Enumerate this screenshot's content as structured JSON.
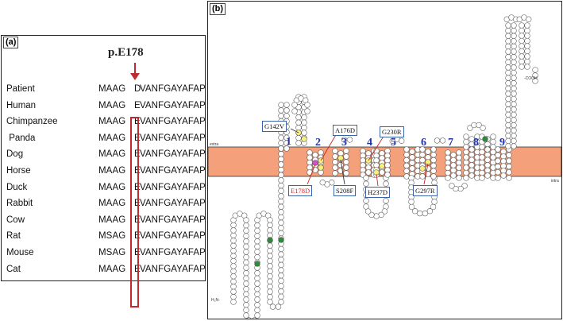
{
  "panel_a": {
    "tag": "(a)",
    "mutation_label": "p.E178",
    "rows": [
      {
        "species": "Patient",
        "pre": "MAAG",
        "res": "D",
        "post": "VANFGAYAFAP"
      },
      {
        "species": "Human",
        "pre": "MAAG",
        "res": "E",
        "post": "VANFGAYAFAP"
      },
      {
        "species": "Chimpanzee",
        "pre": "MAAG",
        "res": "E",
        "post": "VANFGAYAFAP"
      },
      {
        "species": " Panda",
        "pre": "MAAG",
        "res": "E",
        "post": "VANFGAYAFAP"
      },
      {
        "species": "Dog",
        "pre": "MAAG",
        "res": "E",
        "post": "VANFGAYAFAP"
      },
      {
        "species": "Horse",
        "pre": "MAAG",
        "res": "E",
        "post": "VANFGAYAFAP"
      },
      {
        "species": "Duck",
        "pre": "MAAG",
        "res": "E",
        "post": "VANFGAYAFAP"
      },
      {
        "species": "Rabbit",
        "pre": "MAAG",
        "res": "E",
        "post": "VANFGAYAFAP"
      },
      {
        "species": "Cow",
        "pre": "MAAG",
        "res": "E",
        "post": "VANFGAYAFAP"
      },
      {
        "species": "Rat",
        "pre": "MSAG",
        "res": "E",
        "post": "VANFGAYAFAP"
      },
      {
        "species": "Mouse",
        "pre": "MSAG",
        "res": "E",
        "post": "VANFGAYAFAP"
      },
      {
        "species": "Cat",
        "pre": "MAAG",
        "res": "E",
        "post": "VANFGAYAFAP"
      }
    ],
    "highlight_color": "#c0292e"
  },
  "panel_b": {
    "tag": "(b)",
    "extra_label": "extra",
    "intra_label": "intra",
    "cterm_label": "-COOH",
    "nterm_label": "H₂N-",
    "membrane_color": "#f4a07a",
    "tm_numbers": [
      "1",
      "2",
      "3",
      "4",
      "5",
      "6",
      "7",
      "8",
      "9"
    ],
    "mutations": [
      "G142V",
      "A176D",
      "G230R",
      "E178D",
      "S208F",
      "H237D",
      "G297R"
    ],
    "mutation_highlight": "E178D",
    "mutation_highlight_color": "#dd2222"
  }
}
